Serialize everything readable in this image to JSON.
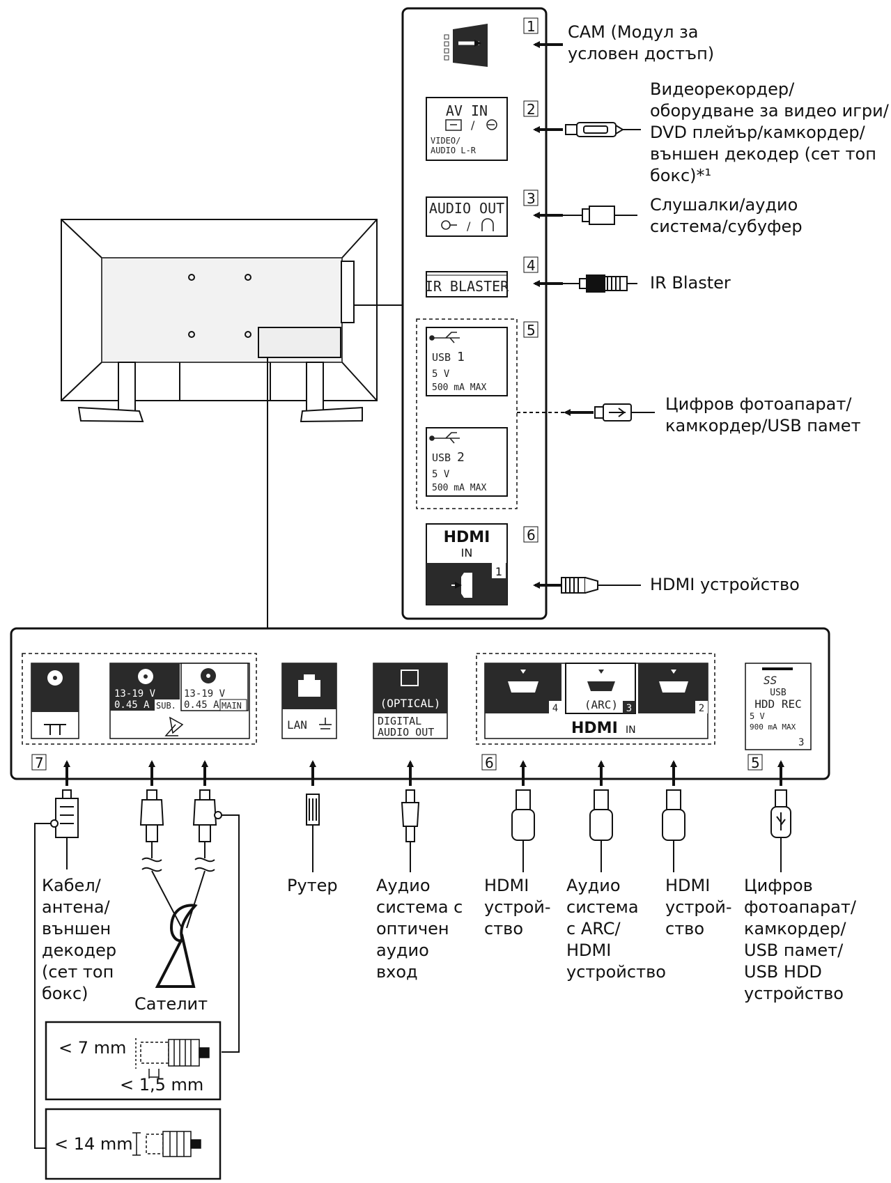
{
  "colors": {
    "ink": "#111111",
    "panel_fill": "#ffffff",
    "port_dark": "#2a2a2a",
    "tv_shade": "#f2f2f2"
  },
  "side_panel": {
    "slot_numbers": [
      "1",
      "2",
      "3",
      "4",
      "5",
      "6"
    ],
    "av_in": {
      "title": "AV IN",
      "sub1": "VIDEO/",
      "sub2": "AUDIO L-R"
    },
    "audio_out": {
      "title": "AUDIO OUT"
    },
    "ir_blaster": {
      "title": "IR BLASTER"
    },
    "usb1": {
      "label": "USB",
      "num": "1",
      "volt": "5 V",
      "amps": "500 mA MAX"
    },
    "usb2": {
      "label": "USB",
      "num": "2",
      "volt": "5 V",
      "amps": "500 mA MAX"
    },
    "hdmi_in": {
      "logo": "HDMI",
      "in": "IN",
      "num": "1"
    }
  },
  "side_labels": {
    "cam": "CAM (Модул за\nусловен достъп)",
    "video": "Видеорекордер/\nоборудване за видео игри/\nDVD плейър/камкордер/\nвъншен декодер (сет топ\nбокс)*¹",
    "headphones": "Слушалки/аудио\nсистема/субуфер",
    "ir": "IR Blaster",
    "usb": "Цифров фотоапарат/\nкамкордер/USB памет",
    "hdmi": "HDMI устройство"
  },
  "bottom_panel": {
    "slot_numbers": [
      "7",
      "6",
      "5"
    ],
    "sat_sub": {
      "volt": "13-19 V",
      "amps": "0.45 A",
      "tag": "SUB."
    },
    "sat_main": {
      "volt": "13-19 V",
      "amps": "0.45 A",
      "tag": "MAIN"
    },
    "lan": {
      "label": "LAN"
    },
    "optical": {
      "title": "(OPTICAL)",
      "line1": "DIGITAL",
      "line2": "AUDIO OUT"
    },
    "hdmi": {
      "p4": "4",
      "p3": "3",
      "p2": "2",
      "arc": "(ARC)",
      "logo": "HDMI",
      "in": "IN"
    },
    "usb3": {
      "logo": "SS",
      "l1": "USB",
      "l2": "HDD REC",
      "volt": "5 V",
      "amps": "900 mA MAX",
      "num": "3"
    }
  },
  "bottom_labels": {
    "cable": "Кабел/\nантена/\nвъншен\nдекодер\n(сет топ\nбокс)",
    "satellite": "Сателит",
    "router": "Рутер",
    "optical": "Аудио\nсистема с\nоптичен\nаудио\nвход",
    "hdmi4": "HDMI\nустрой-\nство",
    "arc": "Аудио\nсистема\nс ARC/\nHDMI\nустройство",
    "hdmi2": "HDMI\nустрой-\nство",
    "usb": "Цифров\nфотоапарат/\nкамкордер/\nUSB памет/\nUSB HDD\nустройство"
  },
  "dimensions": {
    "d7": "< 7 mm",
    "d15": "< 1,5 mm",
    "d14": "< 14 mm"
  }
}
